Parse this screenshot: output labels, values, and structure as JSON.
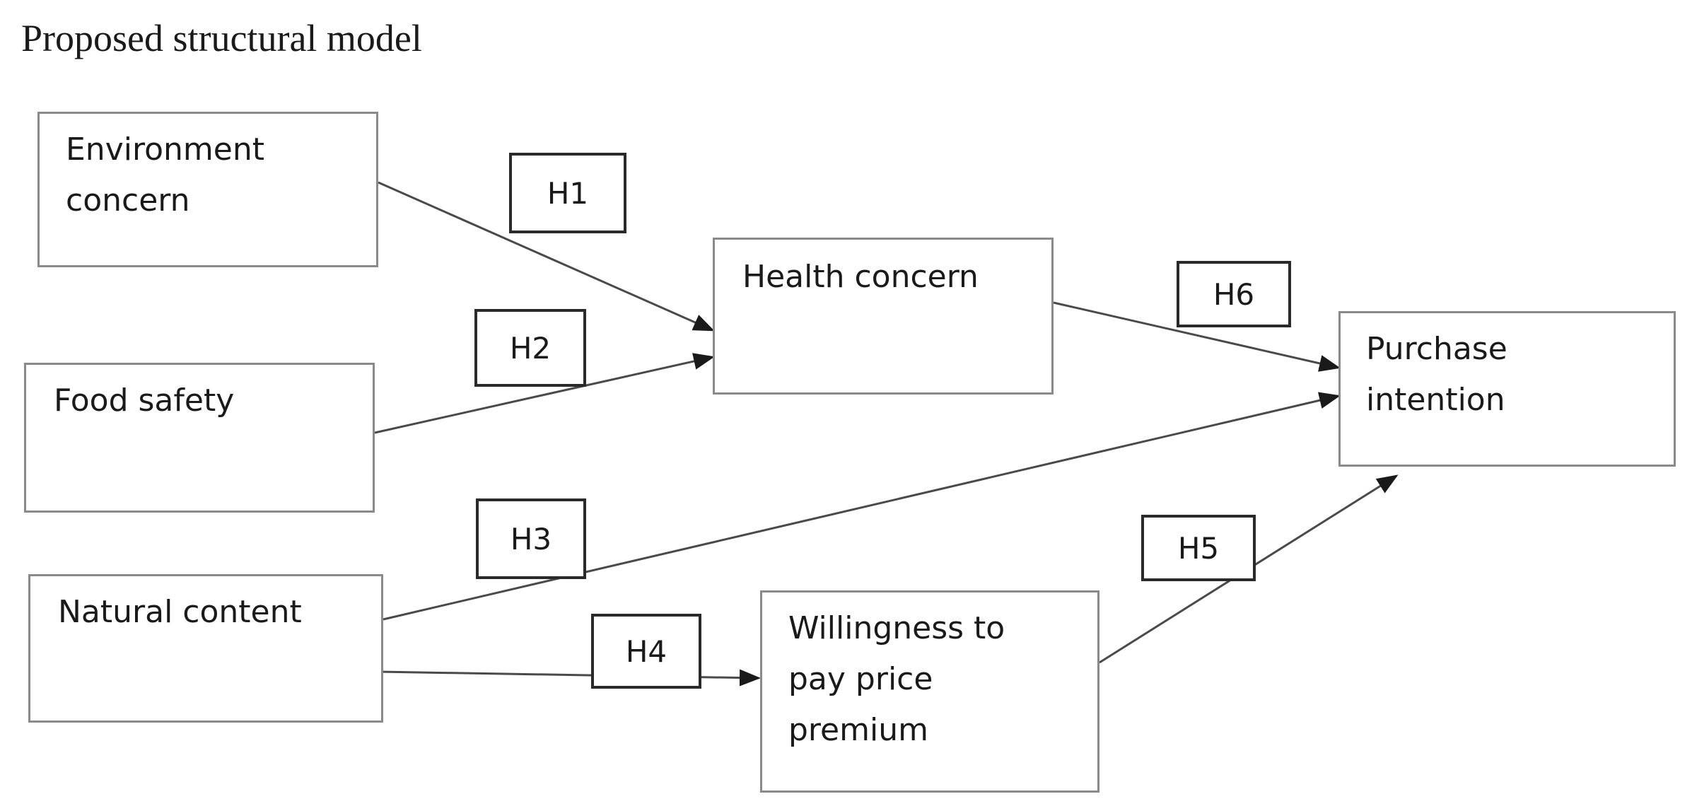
{
  "title": "Proposed structural model",
  "constructs": {
    "environment_concern": "Environment\nconcern",
    "food_safety": "Food safety",
    "natural_content": "Natural content",
    "health_concern": "Health concern",
    "willingness_to_pay": "Willingness to\npay price\npremium",
    "purchase_intention": "Purchase\nintention"
  },
  "hypotheses": {
    "h1": "H1",
    "h2": "H2",
    "h3": "H3",
    "h4": "H4",
    "h5": "H5",
    "h6": "H6"
  }
}
